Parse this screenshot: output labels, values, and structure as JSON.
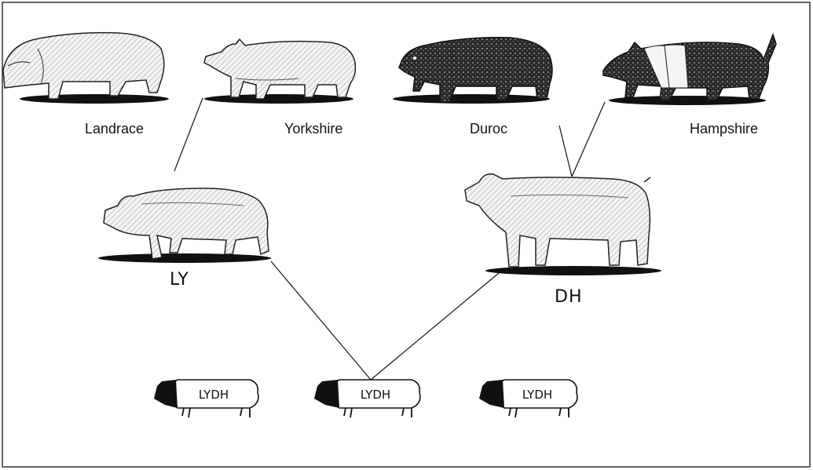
{
  "breeds": [
    "Landrace",
    "Yorkshire",
    "Duroc",
    "Hampshire"
  ],
  "crosses": [
    "LY",
    "DH"
  ],
  "offspring": [
    "LYDH",
    "LYDH",
    "LYDH"
  ]
}
